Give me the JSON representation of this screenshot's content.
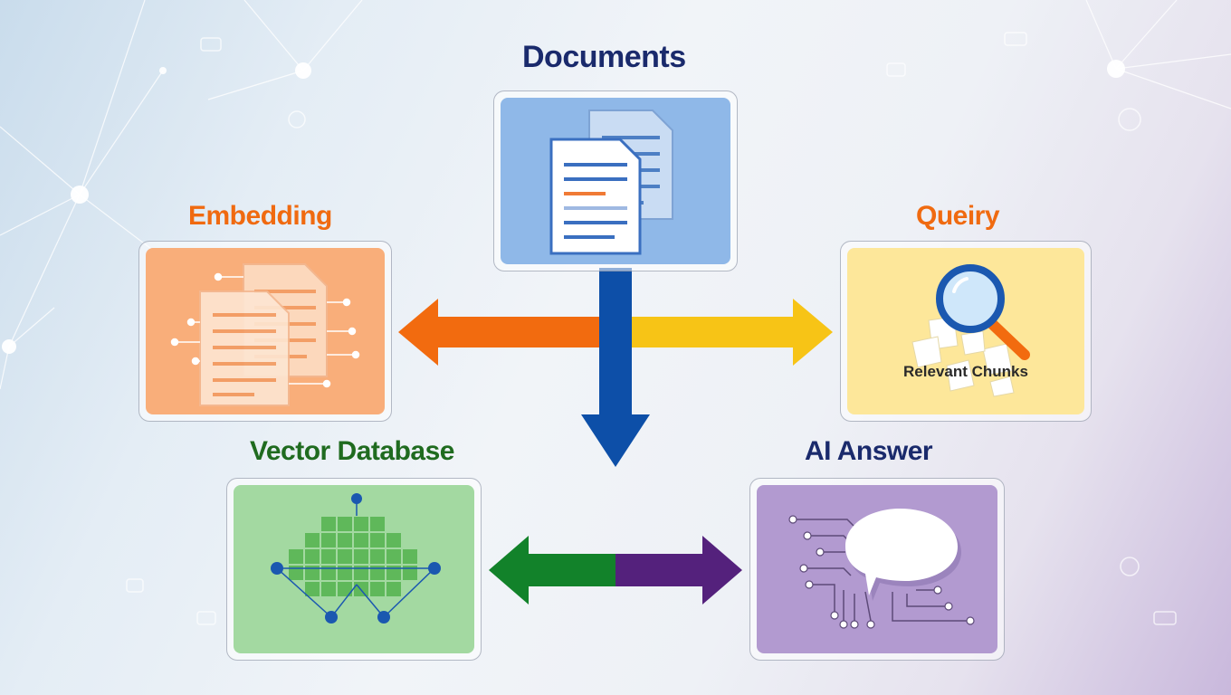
{
  "nodes": {
    "documents": {
      "title": "Documents",
      "color": "#1a2a6c"
    },
    "embedding": {
      "title": "Embedding",
      "color": "#f06a10"
    },
    "query": {
      "title": "Queiry",
      "color": "#f06a10",
      "label": "Relevant Chunks"
    },
    "vector_db": {
      "title": "Vector Database",
      "color": "#1f6b1f"
    },
    "ai_answer": {
      "title": "AI Answer",
      "color": "#1a2a6c"
    }
  },
  "colors": {
    "documents_fill": "#8fb8e8",
    "embedding_fill": "#f9ae7a",
    "query_fill": "#fde79a",
    "vector_fill": "#a3d9a1",
    "answer_fill": "#b29ad0",
    "arrow_orange": "#f26b0f",
    "arrow_yellow": "#f7c416",
    "arrow_blue": "#0d4fa8",
    "arrow_green": "#12822a",
    "arrow_purple": "#54217c"
  }
}
